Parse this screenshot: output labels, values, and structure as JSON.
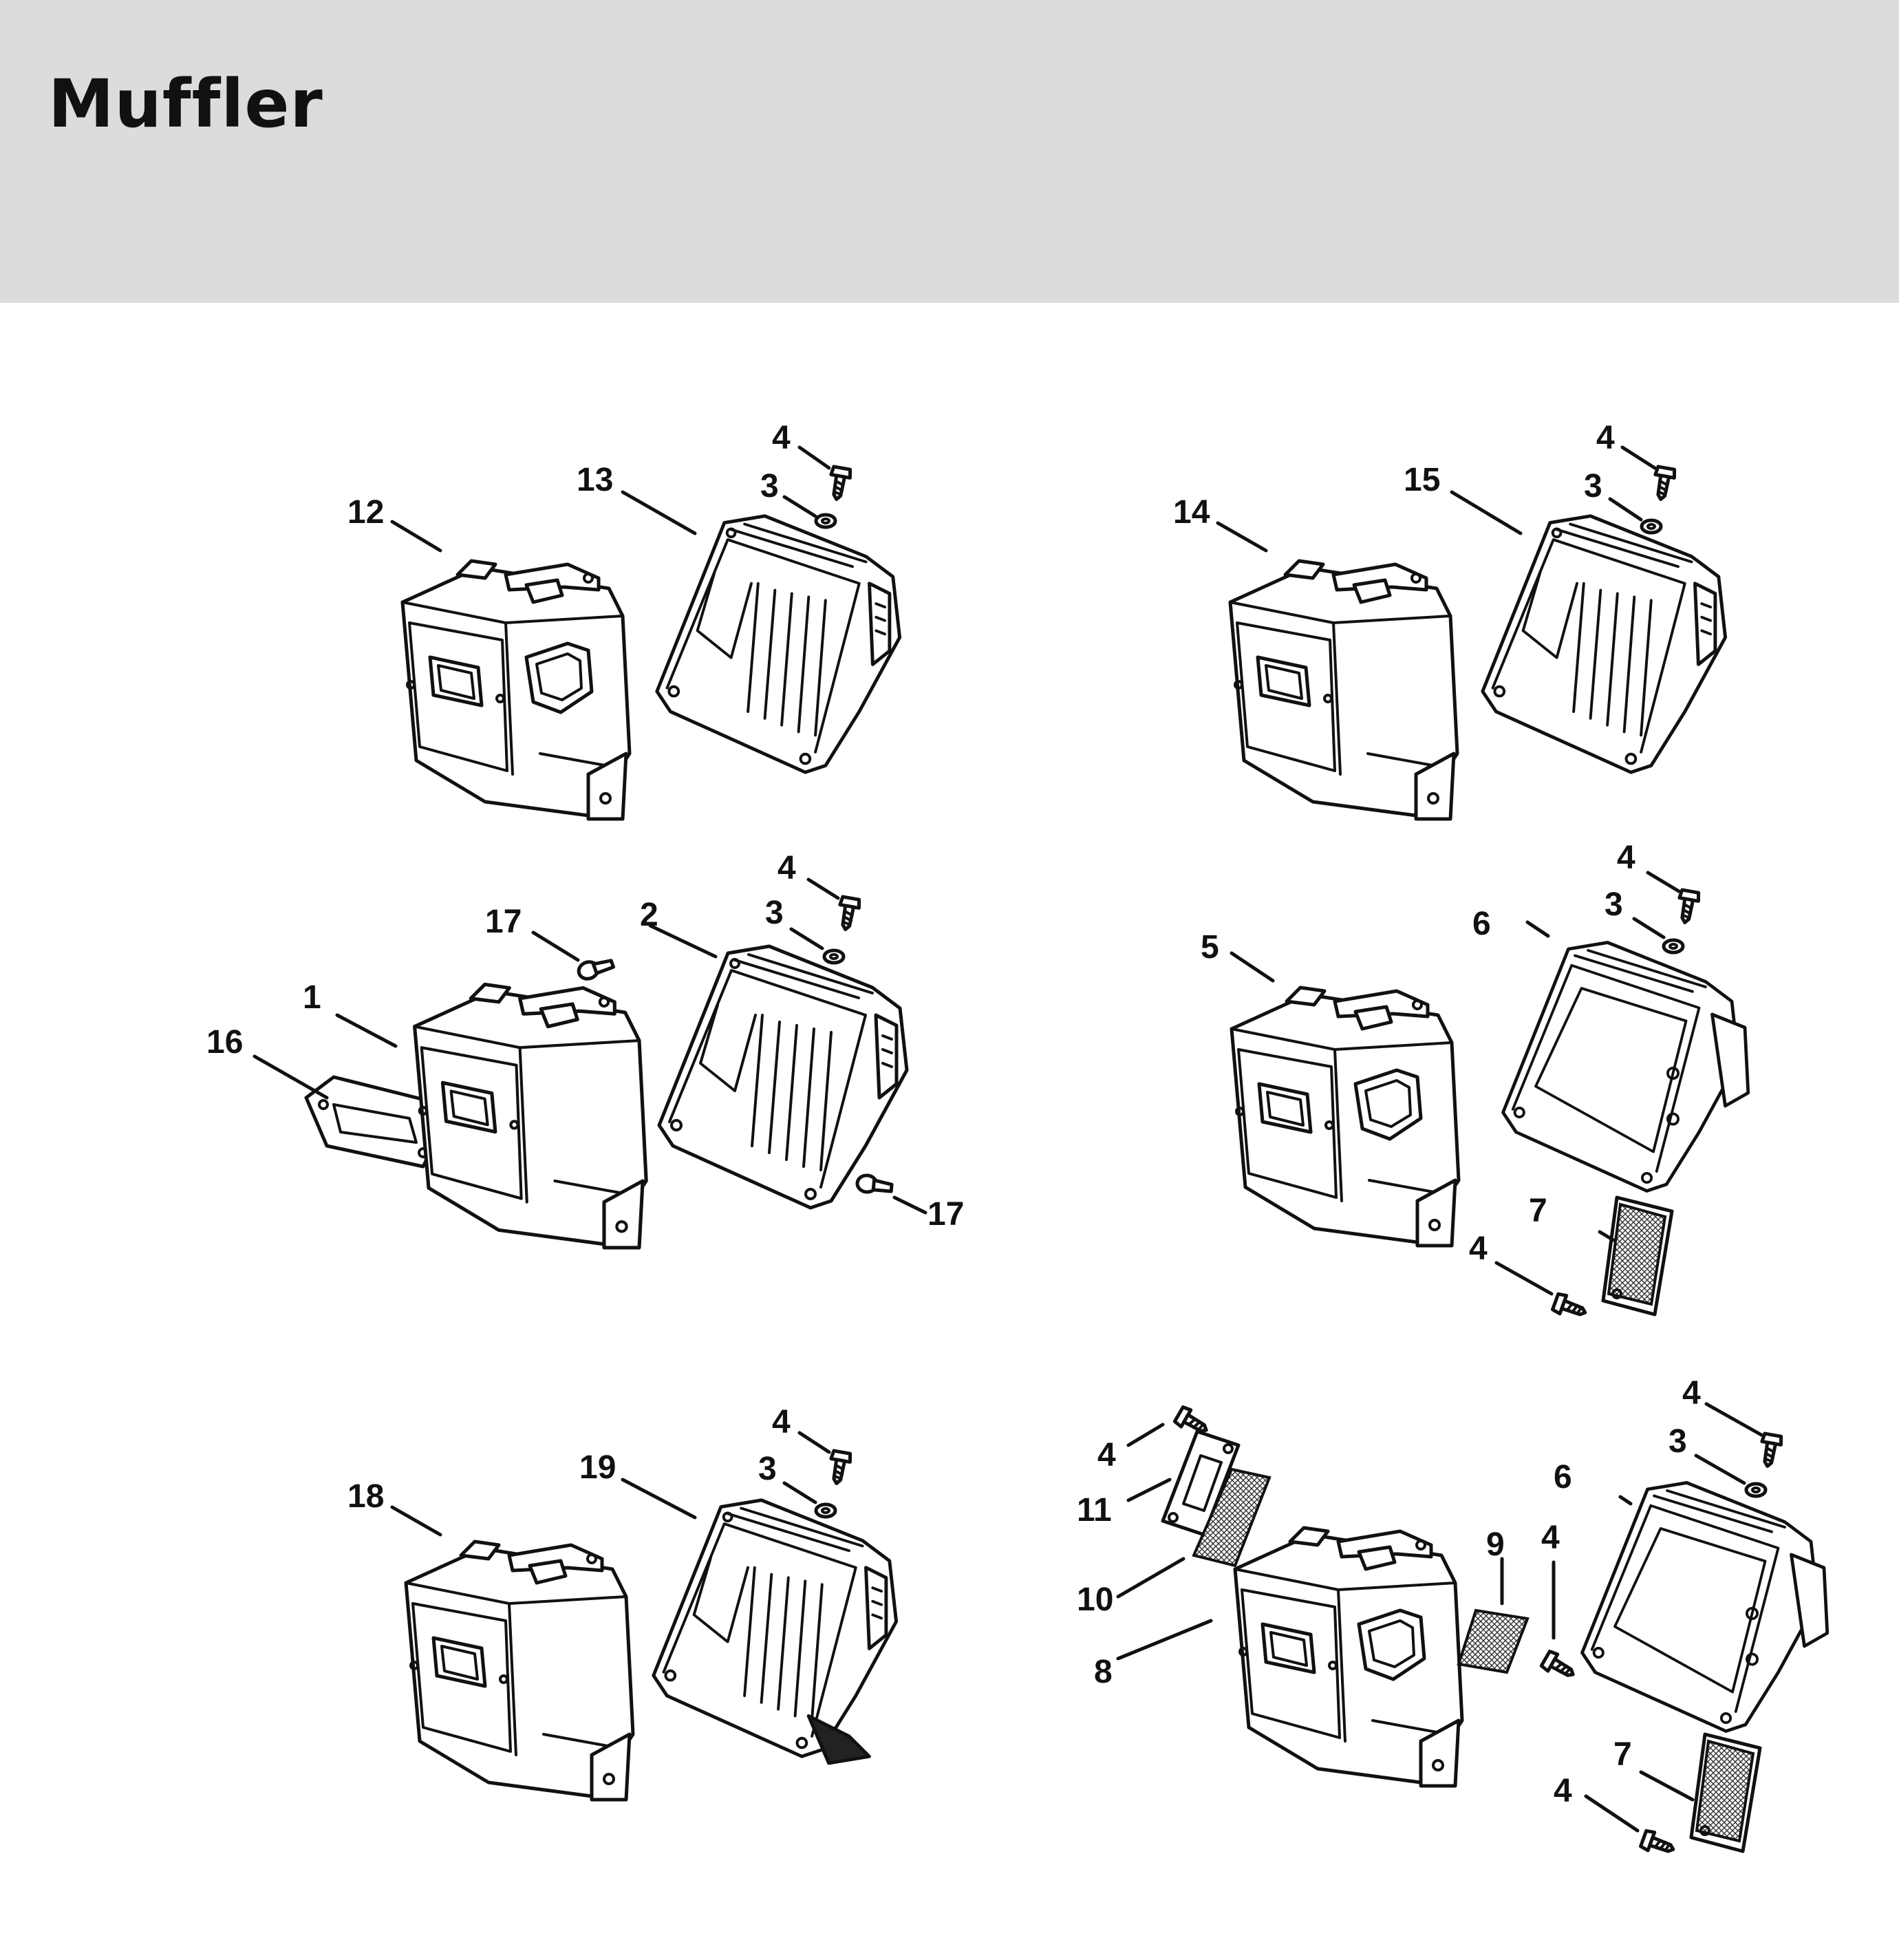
{
  "page": {
    "title": "Muffler"
  },
  "callouts": {
    "g1": {
      "c12": "12",
      "c13": "13",
      "c4": "4",
      "c3": "3"
    },
    "g2": {
      "c14": "14",
      "c15": "15",
      "c4": "4",
      "c3": "3"
    },
    "g3": {
      "c17a": "17",
      "c2": "2",
      "c4": "4",
      "c3": "3",
      "c1": "1",
      "c16": "16",
      "c17b": "17"
    },
    "g4": {
      "c5": "5",
      "c6": "6",
      "c4a": "4",
      "c3": "3",
      "c7": "7",
      "c4b": "4"
    },
    "g5": {
      "c18": "18",
      "c19": "19",
      "c4": "4",
      "c3": "3"
    },
    "g6": {
      "c4a": "4",
      "c11": "11",
      "c10": "10",
      "c8": "8",
      "c9": "9",
      "c4b": "4",
      "c4c": "4",
      "c3": "3",
      "c6": "6",
      "c7": "7",
      "c4d": "4"
    }
  }
}
